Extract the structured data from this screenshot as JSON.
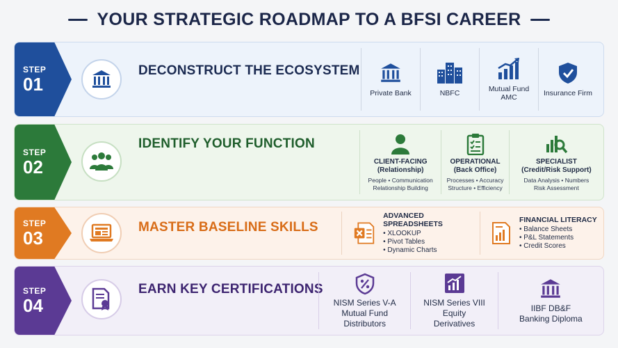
{
  "title": "YOUR STRATEGIC ROADMAP TO A BFSI CAREER",
  "colors": {
    "navy": "#1f4f9c",
    "green": "#2c7a3a",
    "orange": "#e07a22",
    "purple": "#5b3a94"
  },
  "steps": [
    {
      "label": "STEP",
      "number": "01",
      "heading": "DECONSTRUCT THE ECOSYSTEM",
      "icon": "bank-icon",
      "items": [
        {
          "icon": "bank-icon",
          "label": "Private Bank"
        },
        {
          "icon": "buildings-icon",
          "label": "NBFC"
        },
        {
          "icon": "growth-chart-icon",
          "label": "Mutual Fund AMC"
        },
        {
          "icon": "shield-check-icon",
          "label": "Insurance Firm"
        }
      ]
    },
    {
      "label": "STEP",
      "number": "02",
      "heading": "IDENTIFY YOUR FUNCTION",
      "icon": "team-icon",
      "roles": [
        {
          "icon": "person-icon",
          "title": "CLIENT-FACING",
          "subtitle": "(Relationship)",
          "desc1": "People • Communication",
          "desc2": "Relationship Building"
        },
        {
          "icon": "checklist-icon",
          "title": "OPERATIONAL",
          "subtitle": "(Back Office)",
          "desc1": "Processes • Accuracy",
          "desc2": "Structure • Efficiency"
        },
        {
          "icon": "analysis-icon",
          "title": "SPECIALIST",
          "subtitle": "(Credit/Risk Support)",
          "desc1": "Data Analysis • Numbers",
          "desc2": "Risk Assessment"
        }
      ]
    },
    {
      "label": "STEP",
      "number": "03",
      "heading": "MASTER BASELINE SKILLS",
      "icon": "laptop-icon",
      "skills": [
        {
          "icon": "spreadsheet-icon",
          "title": "ADVANCED SPREADSHEETS",
          "items": [
            "• XLOOKUP",
            "• Pivot Tables",
            "• Dynamic Charts"
          ]
        },
        {
          "icon": "report-icon",
          "title": "FINANCIAL LITERACY",
          "items": [
            "• Balance Sheets",
            "• P&L Statements",
            "• Credit Scores"
          ]
        }
      ]
    },
    {
      "label": "STEP",
      "number": "04",
      "heading": "EARN KEY CERTIFICATIONS",
      "icon": "certificate-icon",
      "certs": [
        {
          "icon": "shield-percent-icon",
          "line1": "NISM Series V-A",
          "line2": "Mutual Fund",
          "line3": "Distributors"
        },
        {
          "icon": "chart-up-icon",
          "line1": "NISM Series VIII",
          "line2": "Equity",
          "line3": "Derivatives"
        },
        {
          "icon": "bank-icon",
          "line1": "IIBF DB&F",
          "line2": "Banking Diploma",
          "line3": ""
        }
      ]
    }
  ]
}
